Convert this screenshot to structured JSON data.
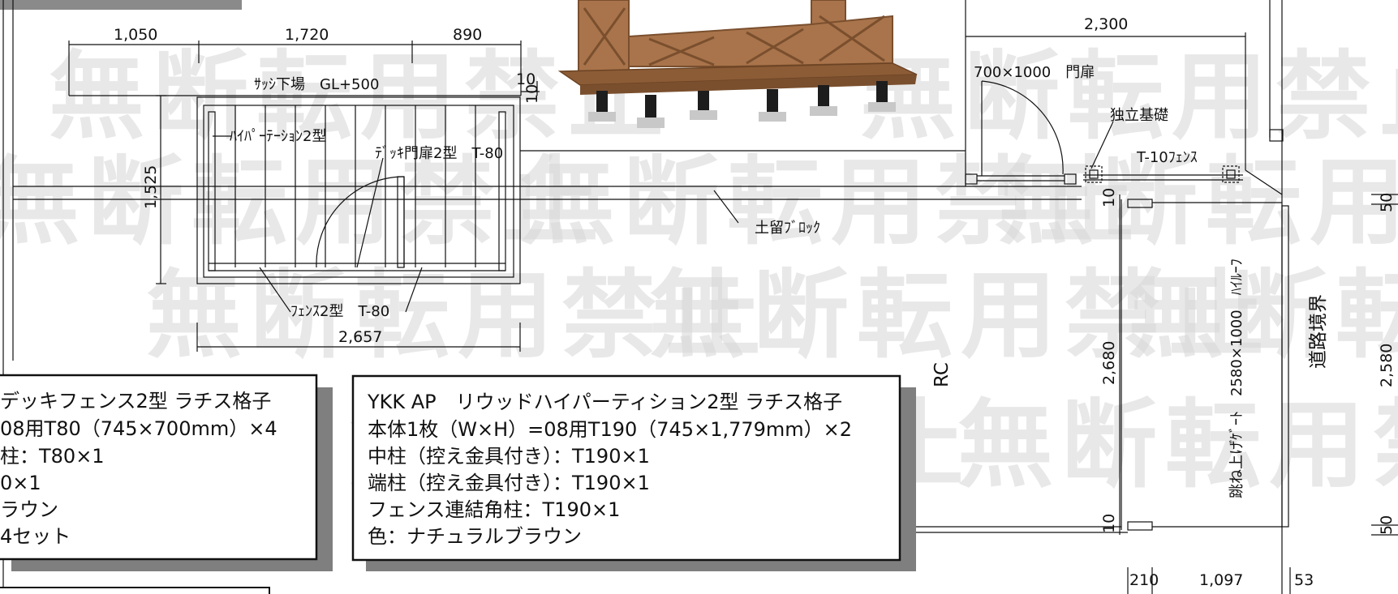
{
  "watermark": "無断転用禁止",
  "dimensions": {
    "top_left": [
      "1,050",
      "1,720",
      "890"
    ],
    "top_right": "2,300",
    "deck_height": "1,525",
    "deck_width": "2,657",
    "small_10a": "10",
    "small_10b": "10",
    "gate_left_10_top": "10",
    "gate_left_10_bottom": "10",
    "gate_height": "2,680",
    "right_50_top": "50",
    "right_2580": "2,580",
    "right_50_bottom": "50",
    "bottom_210": "210",
    "bottom_1097": "1,097",
    "bottom_53": "53"
  },
  "labels": {
    "sash": "ｻｯｼ下場　GL+500",
    "hi_partition": "ﾊｲﾊﾟｰﾃｰｼｮﾝ2型",
    "deck_gate": "ﾃﾞｯｷ門扉2型　T-80",
    "fence2": "ﾌｪﾝｽ2型　T-80",
    "gate_700": "700×1000　門扉",
    "foundation": "独立基礎",
    "t10_fence": "T-10ﾌｪﾝｽ",
    "retaining_block": "土留ﾌﾞﾛｯｸ",
    "rc": "RC",
    "flip_gate": "跳ね上げｹﾞｰﾄ　2580×1000　ﾊｲﾙｰﾌ",
    "road_boundary": "道路境界"
  },
  "left_box": {
    "lines": [
      "デッキフェンス2型 ラチス格子",
      "08用T80（745×700mm）×4",
      "柱：T80×1",
      "0×1",
      "ラウン",
      "4セット"
    ]
  },
  "right_box": {
    "lines": [
      "YKK AP　リウッドハイパーティション2型 ラチス格子",
      "本体1枚（W×H）=08用T190（745×1,779mm）×2",
      "中柱（控え金具付き）：T190×1",
      "端柱（控え金具付き）：T190×1",
      "フェンス連結角柱：T190×1",
      "色：ナチュラルブラウン"
    ]
  },
  "colors": {
    "line": "#111111",
    "deck_wood": "#a9744b",
    "deck_wood_dark": "#7a4f2e",
    "post": "#1d1d1d",
    "base": "#c8c8c8",
    "shadow": "#7f7f7f",
    "header_gray": "#8a8a8a"
  }
}
